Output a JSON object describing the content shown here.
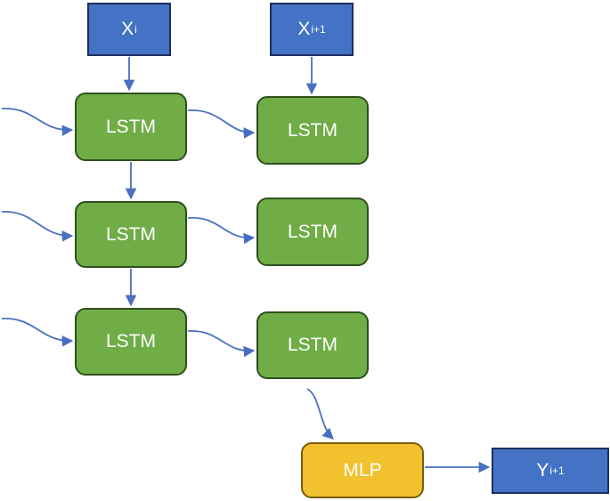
{
  "inputs": {
    "x_i": {
      "base": "X",
      "sub": "i"
    },
    "x_i1": {
      "base": "X",
      "sub": "i+1"
    }
  },
  "lstm": {
    "layer1_t1": "LSTM",
    "layer1_t2": "LSTM",
    "layer2_t1": "LSTM",
    "layer2_t2": "LSTM",
    "layer3_t1": "LSTM",
    "layer3_t2": "LSTM"
  },
  "mlp": {
    "label": "MLP"
  },
  "output": {
    "base": "Y",
    "sub": "i+1"
  },
  "colors": {
    "input_fill": "#4472c4",
    "lstm_fill": "#70ad47",
    "mlp_fill": "#f2c12e",
    "arrow": "#4a6fc0"
  }
}
